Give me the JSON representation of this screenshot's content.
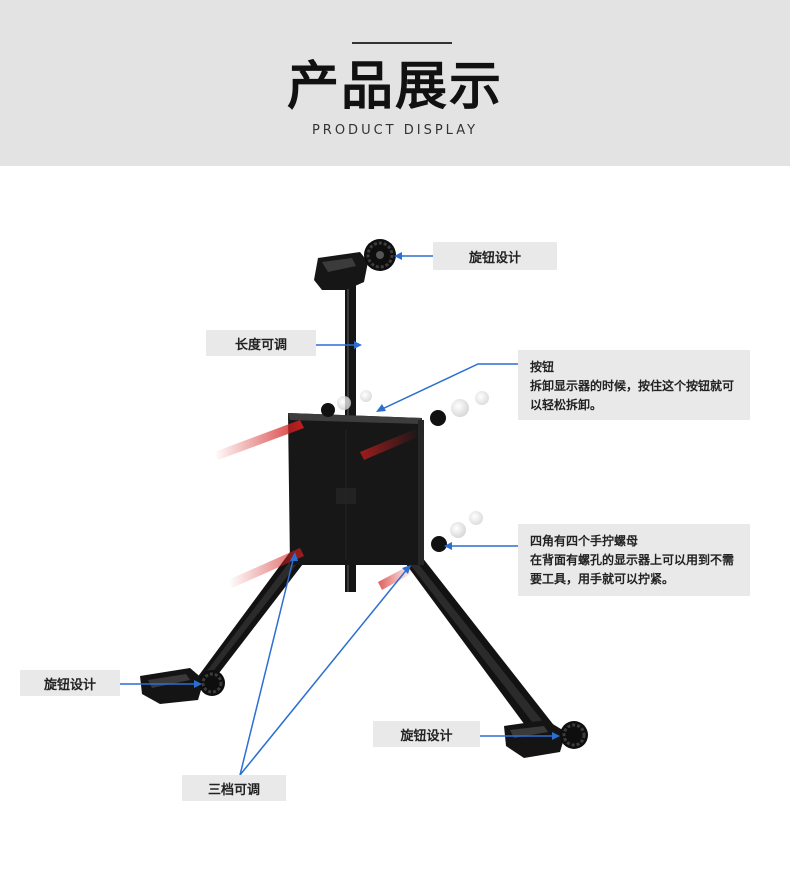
{
  "header": {
    "title": "产品展示",
    "subtitle": "PRODUCT DISPLAY"
  },
  "callouts": {
    "knob_top": "旋钮设计",
    "length": "长度可调",
    "button": {
      "title": "按钮",
      "body": "拆卸显示器的时候，按住这个按钮就可以轻松拆卸。"
    },
    "nuts": {
      "title": "四角有四个手拧螺母",
      "body": "在背面有螺孔的显示器上可以用到不需要工具，用手就可以拧紧。"
    },
    "knob_left": "旋钮设计",
    "knob_right": "旋钮设计",
    "three_step": "三档可调"
  },
  "colors": {
    "accent_line": "#2a6fd1",
    "header_bg": "#e3e3e3",
    "label_bg": "#e9e9e9",
    "product": "#141414",
    "glow": "#d21f1f"
  }
}
